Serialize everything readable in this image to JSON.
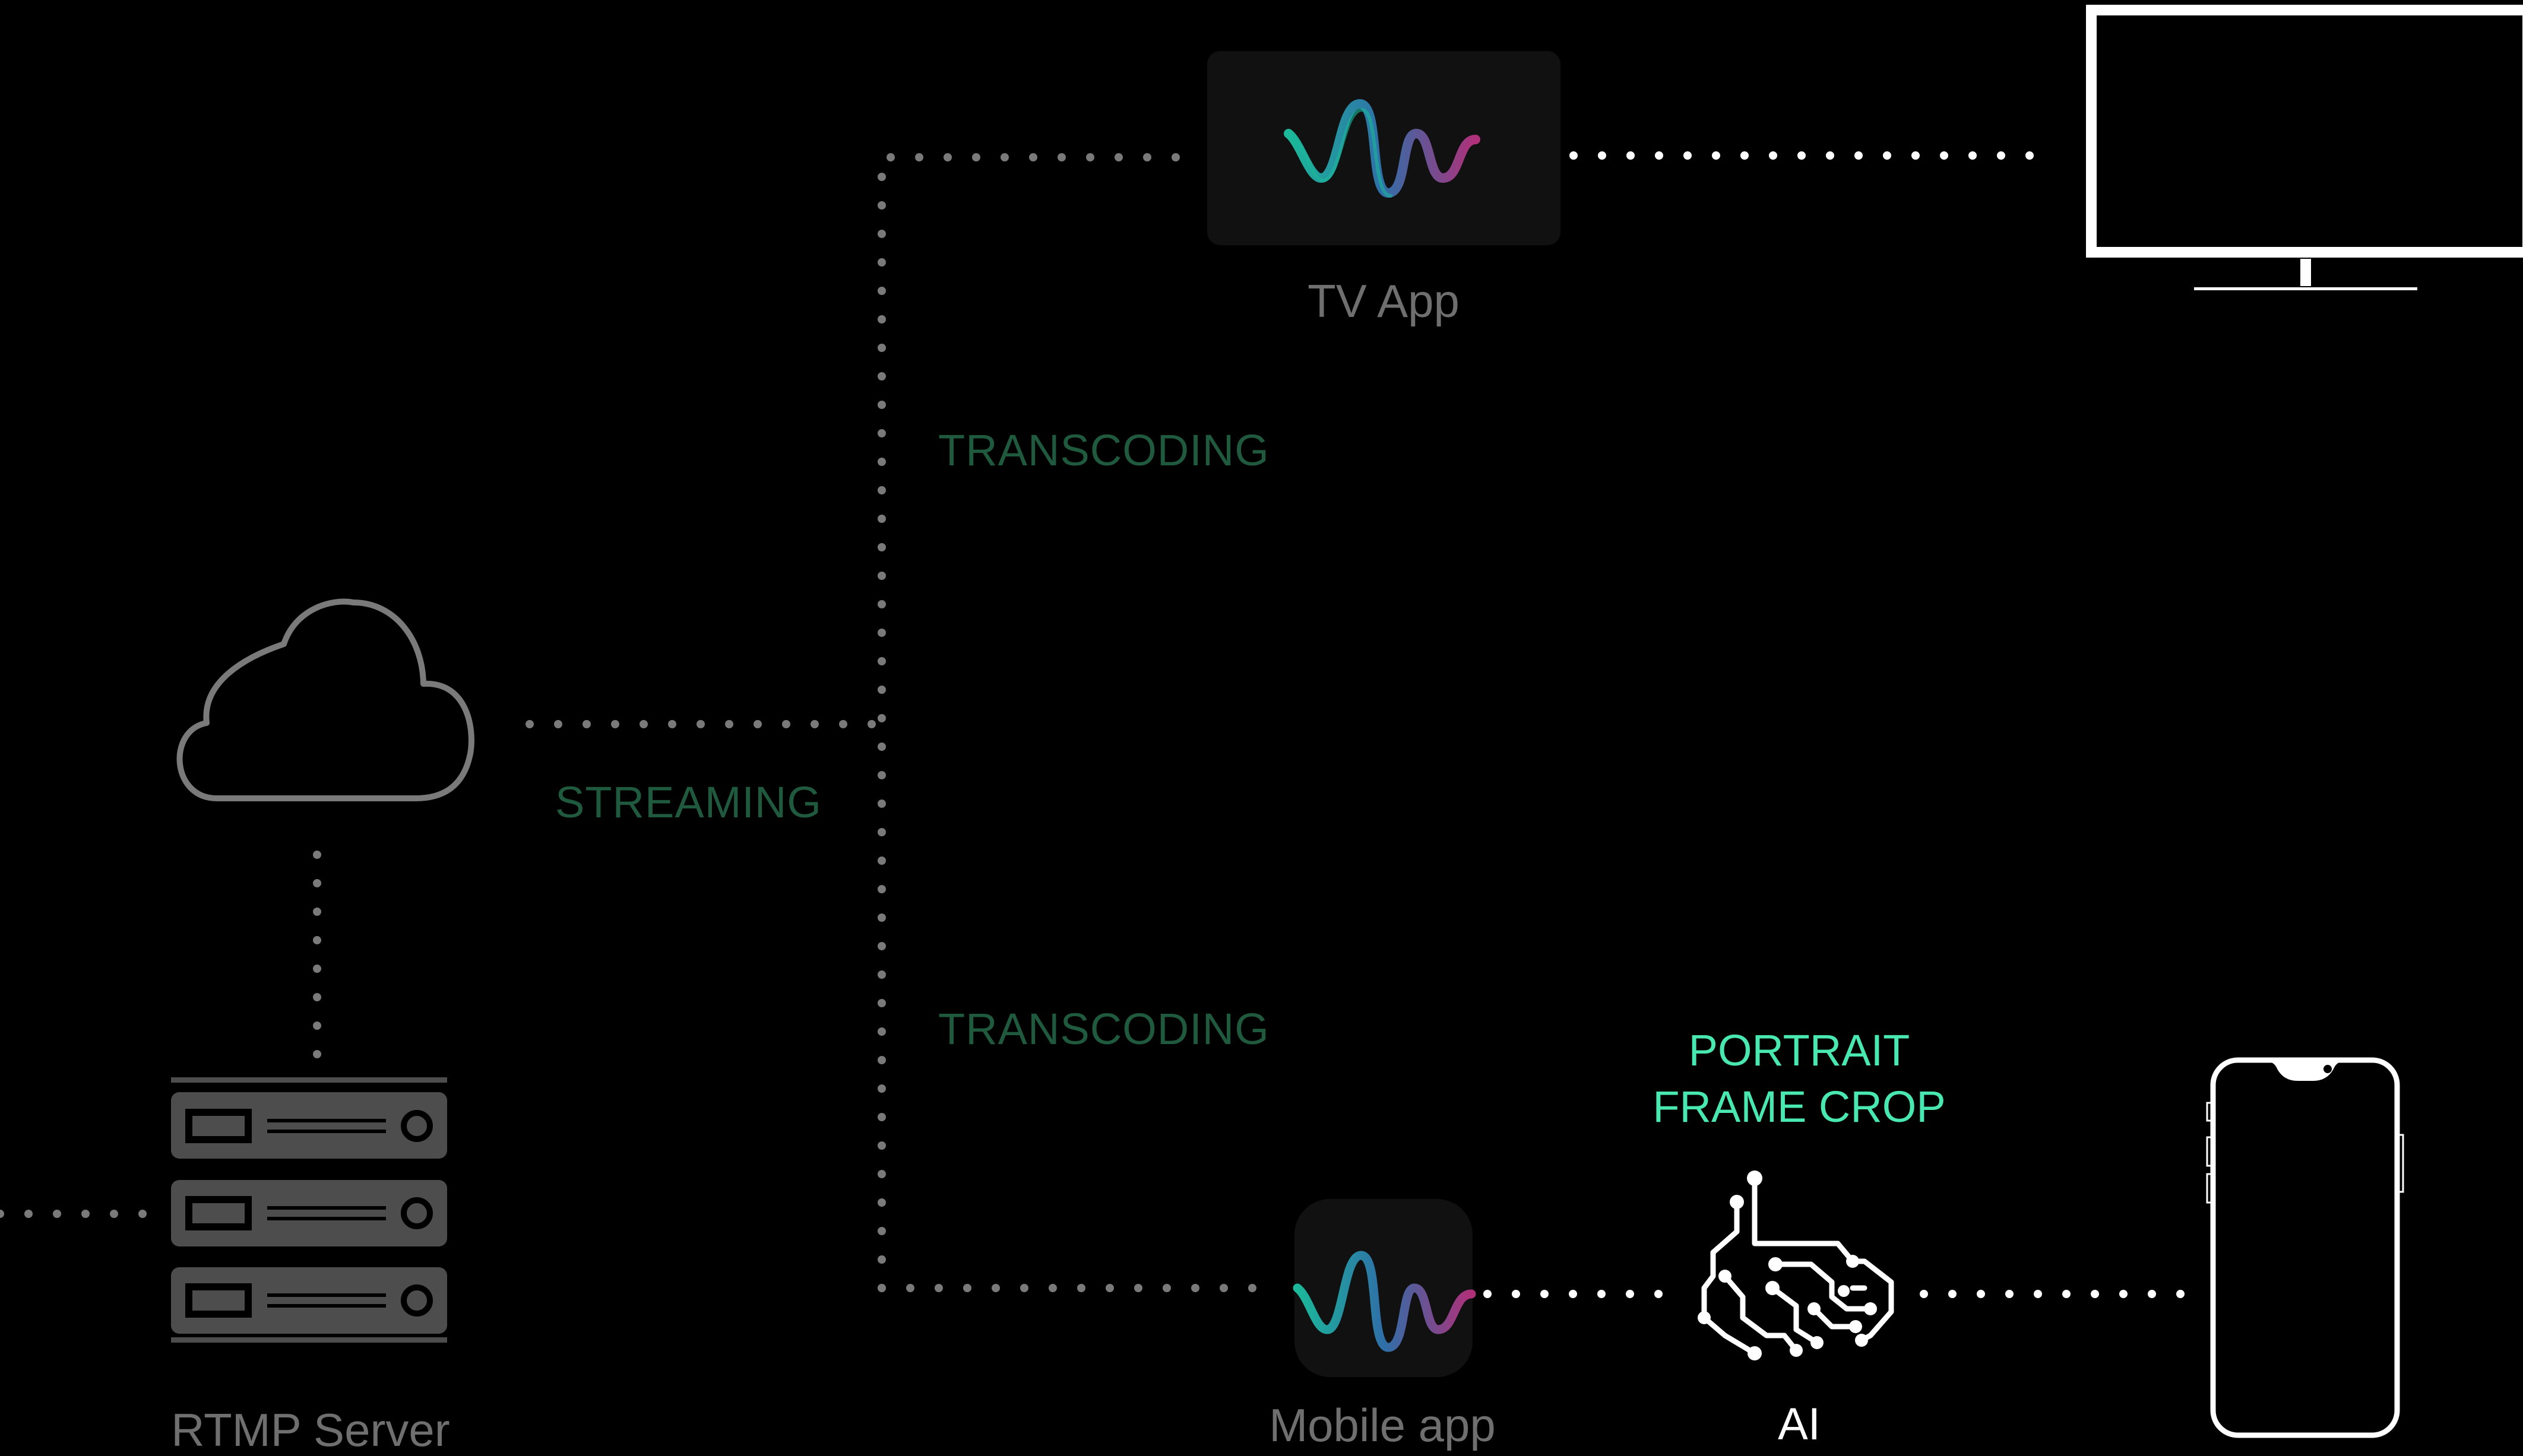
{
  "labels": {
    "tv_app": "TV App",
    "transcoding_top": "TRANSCODING",
    "streaming": "STREAMING",
    "transcoding_bottom": "TRANSCODING",
    "portrait_line1": "PORTRAIT",
    "portrait_line2": "FRAME CROP",
    "rtmp_server": "RTMP Server",
    "mobile_app": "Mobile app",
    "ai": "AI"
  },
  "icons": {
    "tv_app": "waveform-logo-icon",
    "mobile_app": "waveform-logo-icon",
    "tv": "tv-monitor-icon",
    "cloud": "cloud-icon",
    "server": "server-rack-icon",
    "ai": "ai-circuit-head-icon",
    "phone": "smartphone-icon"
  },
  "colors": {
    "background": "#000000",
    "connector_dots": "#7a7a7a",
    "connector_dots_bright": "#ffffff",
    "step_label": "#1f5a3f",
    "highlight_label": "#48e8b0",
    "node_label": "#6f6f6f",
    "logo_tile": "#111111"
  }
}
